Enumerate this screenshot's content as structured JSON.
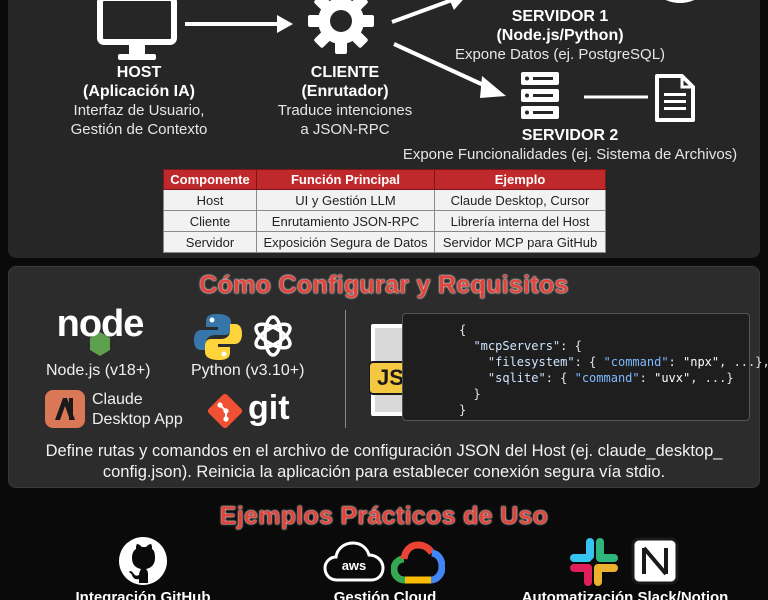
{
  "architecture": {
    "host": {
      "title": "HOST",
      "subtitle": "(Aplicación IA)",
      "desc_line1": "Interfaz de Usuario,",
      "desc_line2": "Gestión de Contexto"
    },
    "client": {
      "title": "CLIENTE",
      "subtitle": "(Enrutador)",
      "desc_line1": "Traduce intenciones",
      "desc_line2": "a JSON-RPC"
    },
    "server1": {
      "title": "SERVIDOR 1",
      "subtitle": "(Node.js/Python)",
      "desc": "Expone Datos (ej. PostgreSQL)"
    },
    "server2": {
      "title": "SERVIDOR 2",
      "desc": "Expone Funcionalidades (ej. Sistema de Archivos)"
    }
  },
  "table": {
    "headers": [
      "Componente",
      "Función Principal",
      "Ejemplo"
    ],
    "rows": [
      [
        "Host",
        "UI y Gestión LLM",
        "Claude Desktop, Cursor"
      ],
      [
        "Cliente",
        "Enrutamiento JSON-RPC",
        "Librería interna del Host"
      ],
      [
        "Servidor",
        "Exposición Segura de Datos",
        "Servidor MCP para GitHub"
      ]
    ]
  },
  "config": {
    "title": "Cómo Configurar y Requisitos",
    "node_logo": "node",
    "node_label": "Node.js (v18+)",
    "python_label": "Python (v3.10+)",
    "claude_label_line1": "Claude",
    "claude_label_line2": "Desktop App",
    "git_label": "git",
    "json_badge": "JSON",
    "code": {
      "open": "{",
      "mcp_key": "\"mcpServers\"",
      "fs_key": "\"filesystem\"",
      "sqlite_key": "\"sqlite\"",
      "command_key": "\"command\"",
      "npx": "\"npx\"",
      "uvx": "\"uvx\"",
      "ellipsis": "...",
      "close": "}"
    },
    "note_line1": "Define rutas y comandos en el archivo de configuración JSON del Host (ej. claude_desktop_",
    "note_line2": "config.json). Reinicia la aplicación para establecer conexión segura vía stdio."
  },
  "examples": {
    "title": "Ejemplos Prácticos de Uso",
    "aws_label": "aws",
    "github_label": "Integración GitHub",
    "cloud_label": "Gestión Cloud",
    "slack_label": "Automatización Slack/Notion"
  },
  "colors": {
    "accent_red": "#c0292b",
    "panel_dark": "#262626",
    "json_yellow": "#f5c842"
  }
}
